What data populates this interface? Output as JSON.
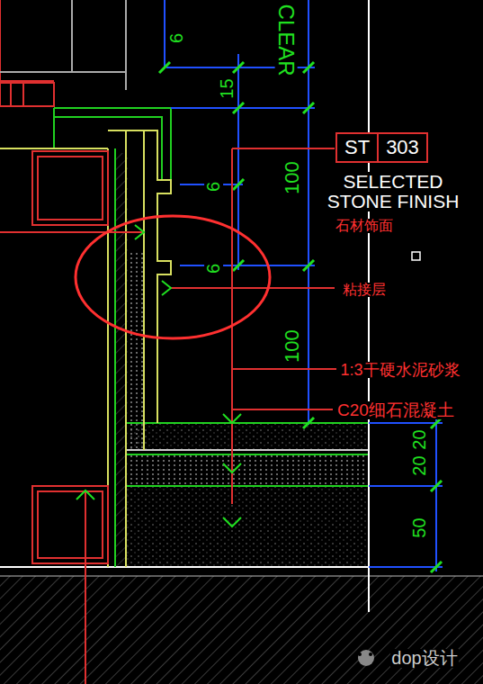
{
  "diagram": {
    "nodes": [
      {
        "text": [
          "ST",
          "303"
        ]
      }
    ],
    "labels": [
      "CLEAR",
      "6",
      "15",
      "6",
      "100",
      "SELECTED STONE FINISH",
      "石材饰面",
      "6",
      "粘接层",
      "100",
      "1:3干硬水泥砂浆",
      "C20细石混凝土",
      "20",
      "20",
      "50",
      "dop设计"
    ]
  }
}
